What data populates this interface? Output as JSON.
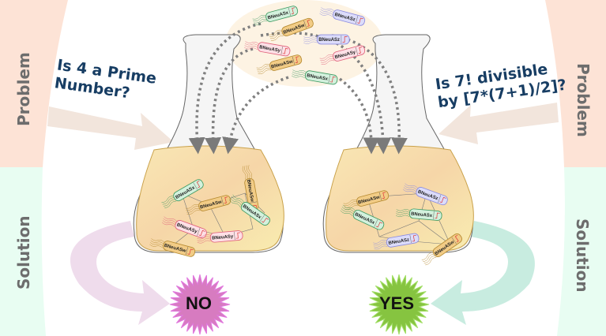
{
  "left_panel": {
    "problem_label": "Problem",
    "solution_label": "Solution",
    "question_line1": "Is 4 a Prime",
    "question_line2": "Number?",
    "answer": "NO",
    "answer_color": "#d77bc0"
  },
  "right_panel": {
    "problem_label": "Problem",
    "solution_label": "Solution",
    "question_line1": "Is 7! divisible",
    "question_line2": "by [7*(7+1)/2]?",
    "answer": "YES",
    "answer_color": "#86c440"
  },
  "colors": {
    "problem_bg": "#fde3d6",
    "solution_bg": "#e8fdf2",
    "question_text": "#173d63",
    "liquid": "#f5d9a0"
  },
  "bacteria_types": [
    {
      "name": "BNeuASx",
      "color": "#d3f1dd",
      "stroke": "#3d9960"
    },
    {
      "name": "BNeuASy",
      "color": "#fde0e6",
      "stroke": "#e0607a"
    },
    {
      "name": "BNeuASz",
      "color": "#dcdcfa",
      "stroke": "#8b8be0"
    },
    {
      "name": "BNeuASw",
      "color": "#f2cc86",
      "stroke": "#b68a30"
    }
  ],
  "pool_bacteria": [
    "BNeuASx",
    "BNeuASw",
    "BNeuASz",
    "BNeuASy",
    "BNeuASz",
    "BNeuASy",
    "BNeuASw",
    "BNeuASx"
  ],
  "left_flask_bacteria": [
    "BNeuASx",
    "BNeuASw",
    "BNeuASw",
    "BNeuASy",
    "BNeuASx",
    "BNeuASy",
    "BNeuASw"
  ],
  "right_flask_bacteria": [
    "BNeuASw",
    "BNeuASz",
    "BNeuASx",
    "BNeuASx",
    "BNeuASz",
    "BNeuASw"
  ]
}
